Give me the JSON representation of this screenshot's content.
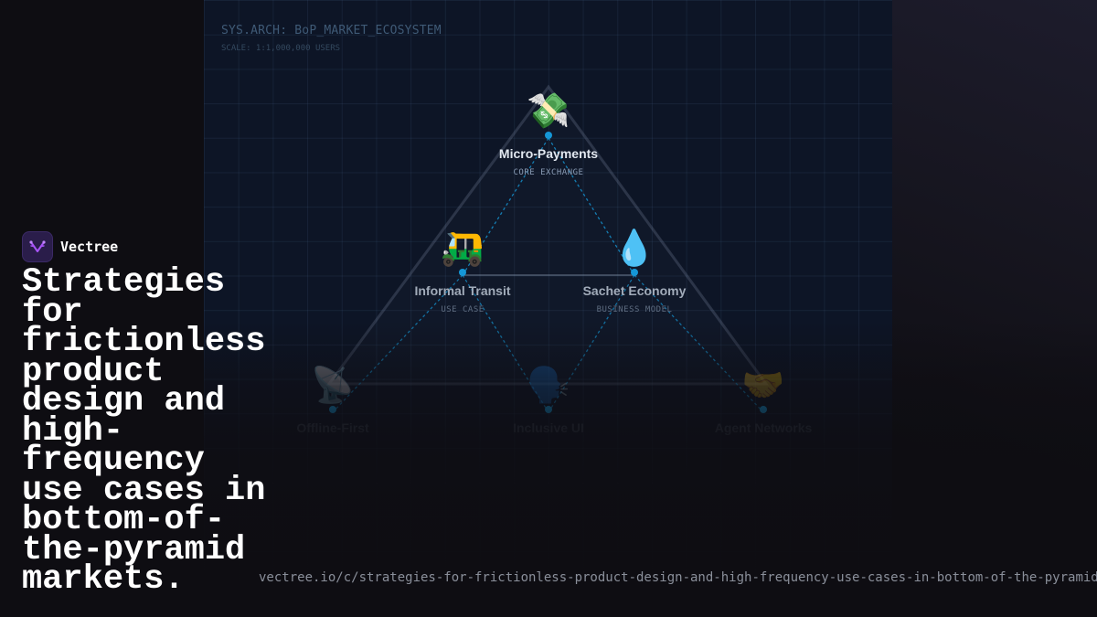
{
  "diagram": {
    "title": "SYS.ARCH: BoP_MARKET_ECOSYSTEM",
    "scale": "SCALE: 1:1,000,000 USERS",
    "nodes": [
      {
        "icon": "money-with-wings-icon",
        "emoji": "💸",
        "title": "Micro-Payments",
        "subtitle": "CORE EXCHANGE"
      },
      {
        "icon": "auto-rickshaw-icon",
        "emoji": "🛺",
        "title": "Informal Transit",
        "subtitle": "USE CASE"
      },
      {
        "icon": "droplet-icon",
        "emoji": "💧",
        "title": "Sachet Economy",
        "subtitle": "BUSINESS MODEL"
      },
      {
        "icon": "satellite-antenna-icon",
        "emoji": "📡",
        "title": "Offline-First",
        "subtitle": ""
      },
      {
        "icon": "speaking-head-icon",
        "emoji": "🗣️",
        "title": "Inclusive UI",
        "subtitle": ""
      },
      {
        "icon": "handshake-icon",
        "emoji": "🤝",
        "title": "Agent Networks",
        "subtitle": ""
      }
    ],
    "colors": {
      "accent": "#1597d6",
      "grid": "#0d1526"
    }
  },
  "brand": {
    "name": "Vectree",
    "logo_icon": "vectree-logo-icon",
    "logo_color": "#a855f7"
  },
  "headline": "Strategies for frictionless product design and high-frequency use cases in bottom-of-the-pyramid markets.",
  "url": "vectree.io/c/strategies-for-frictionless-product-design-and-high-frequency-use-cases-in-bottom-of-the-pyramid"
}
